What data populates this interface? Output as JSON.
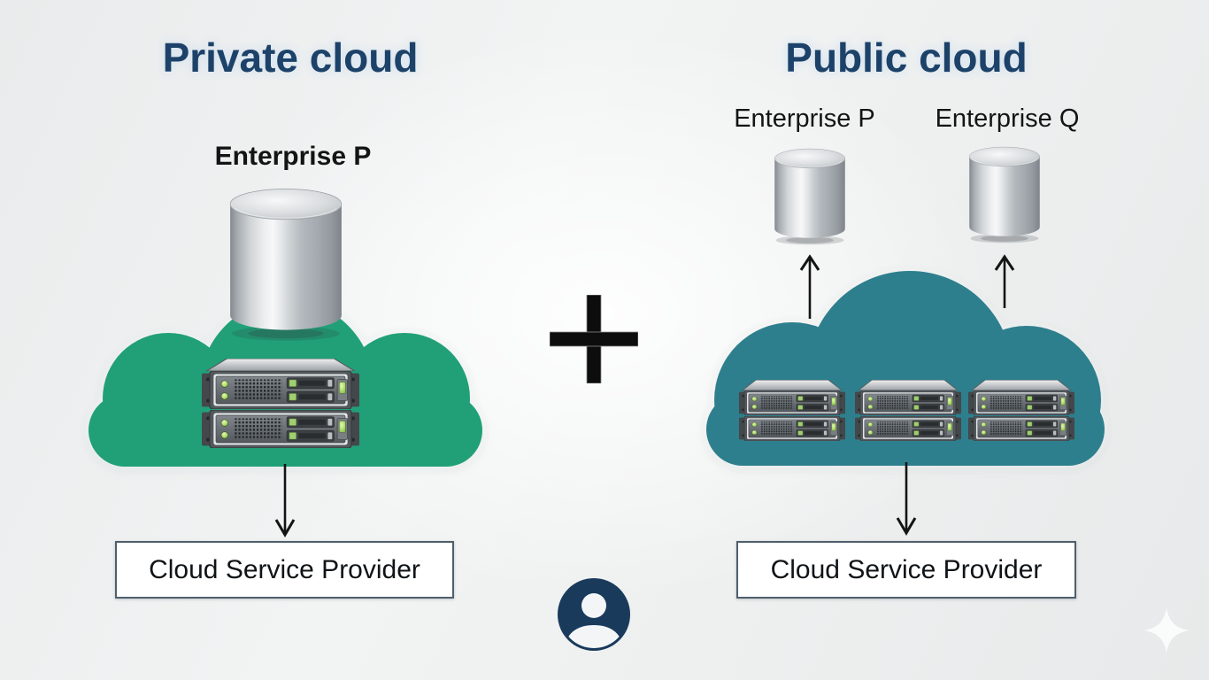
{
  "private_cloud": {
    "title": "Private cloud",
    "enterprise_label": "Enterprise P",
    "provider_label": "Cloud Service Provider",
    "cloud_color": "#21a077",
    "server_rack_count": 2,
    "database_count": 1
  },
  "operator": "+",
  "public_cloud": {
    "title": "Public cloud",
    "enterprise_labels": [
      "Enterprise P",
      "Enterprise Q"
    ],
    "provider_label": "Cloud Service Provider",
    "cloud_color": "#2e7f8d",
    "server_rack_count": 6,
    "database_count": 2
  },
  "colors": {
    "title_text": "#1d4269",
    "label_text": "#141414",
    "background": "#eef0f0",
    "box_border": "#4f5f6d",
    "avatar": "#1a3a5c",
    "arrow": "#141414",
    "sparkle": "#fbfcfc"
  }
}
